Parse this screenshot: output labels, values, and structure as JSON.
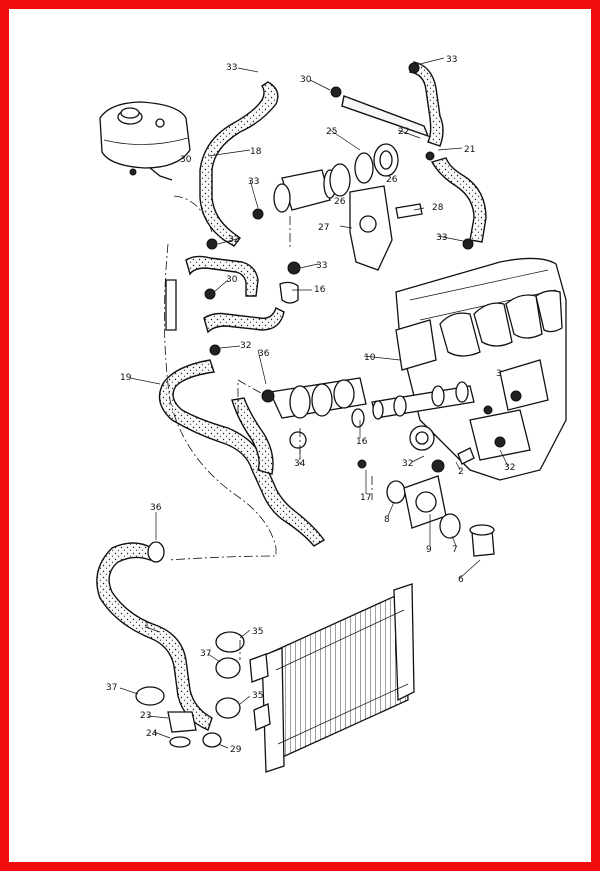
{
  "diagram": {
    "border_color": "#f20d0d",
    "line_color": "#111111",
    "callouts": {
      "c1": "1",
      "c2": "2",
      "c3": "3",
      "c6": "6",
      "c7": "7",
      "c8": "8",
      "c9": "9",
      "c10": "10",
      "c16": "16",
      "c17": "17",
      "c18": "18",
      "c19": "19",
      "c21": "21",
      "c22": "22",
      "c23": "23",
      "c24": "24",
      "c25": "25",
      "c26a": "26",
      "c26b": "26",
      "c27": "27",
      "c28": "28",
      "c29": "29",
      "c30a": "30",
      "c30b": "30",
      "c30c": "30",
      "c32a": "32",
      "c32b": "32",
      "c32c": "32",
      "c32d": "32",
      "c33a": "33",
      "c33b": "33",
      "c33c": "33",
      "c33d": "33",
      "c33e": "33",
      "c34": "34",
      "c35a": "35",
      "c35b": "35",
      "c36a": "36",
      "c36b": "36",
      "c37a": "37",
      "c37b": "37"
    }
  }
}
